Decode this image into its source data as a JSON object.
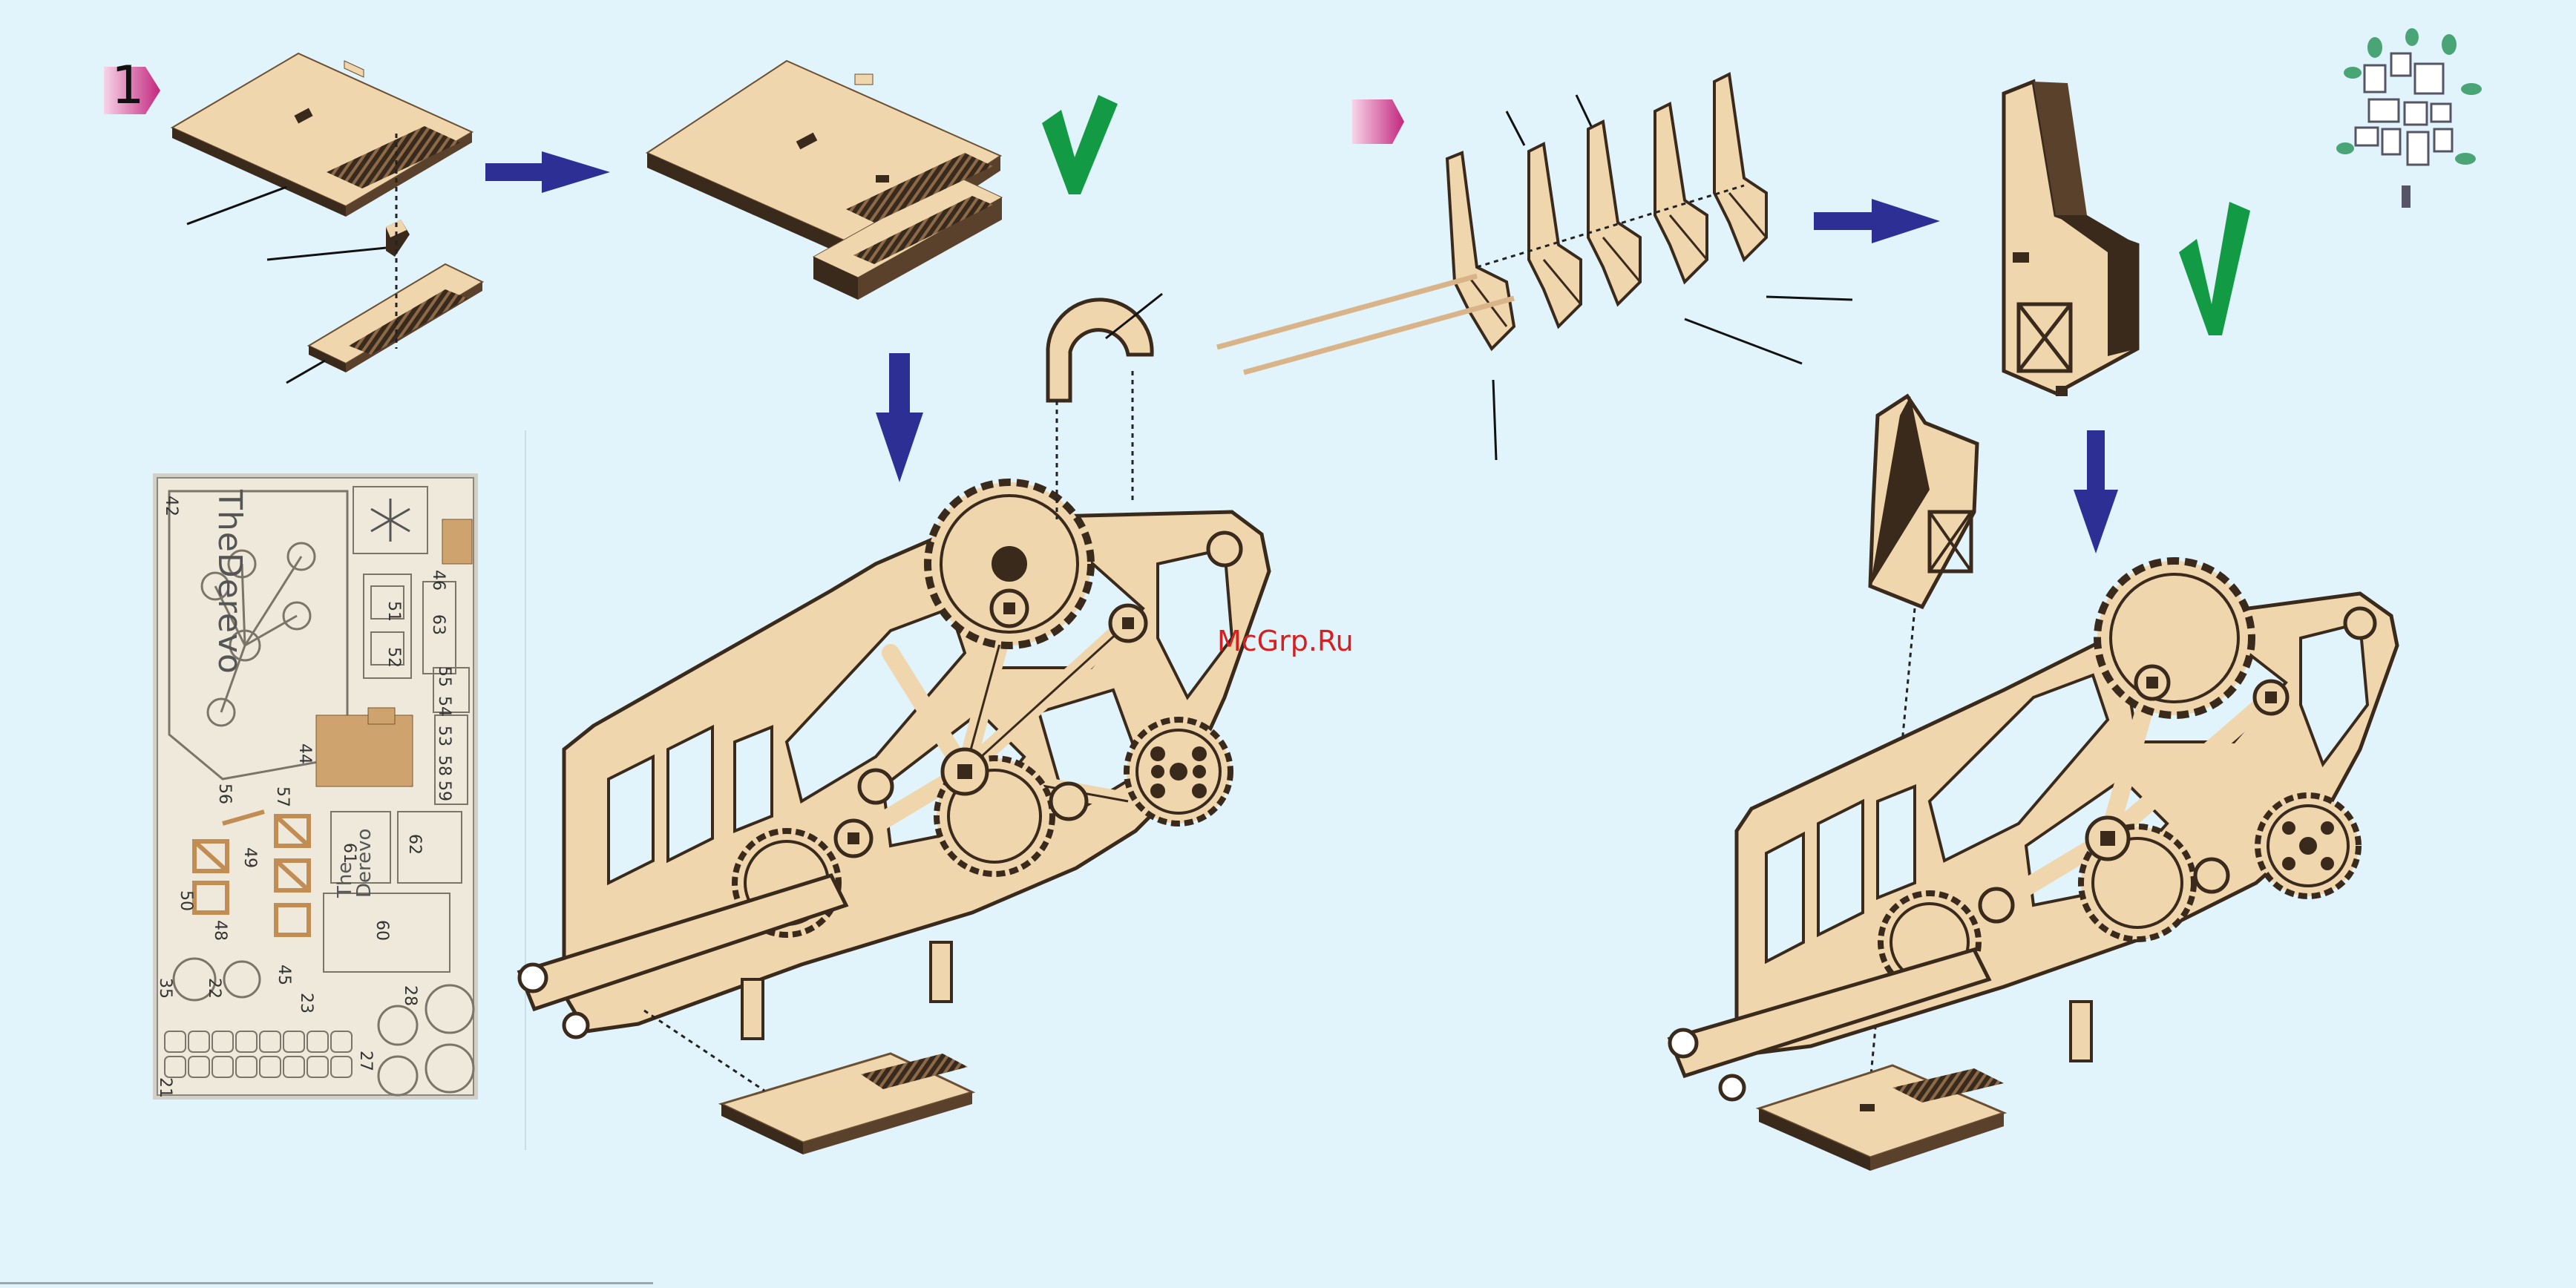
{
  "step_badges": [
    {
      "number": "1",
      "color": "#c2277e"
    },
    {
      "number": "",
      "color": "#c2277e"
    }
  ],
  "watermark": "McGrp.Ru",
  "sheet": {
    "brand_vertical": "TheDerevo",
    "brand_small": "The\nDerevo",
    "part_numbers": [
      "42",
      "46",
      "51",
      "52",
      "63",
      "55",
      "54",
      "53",
      "44",
      "58",
      "59",
      "56",
      "57",
      "49",
      "61",
      "62",
      "50",
      "48",
      "60",
      "35",
      "22",
      "45",
      "23",
      "28",
      "27",
      "21"
    ]
  },
  "colors": {
    "background": "#e1f3fb",
    "arrow": "#2d2f95",
    "check": "#129a44",
    "wood": "#f0d6ad",
    "wood_dark": "#3a2a1c",
    "badge": "#c2277e"
  },
  "icons": [
    "right-arrow-icon",
    "down-arrow-icon",
    "check-mark-icon",
    "tree-logo-icon"
  ]
}
